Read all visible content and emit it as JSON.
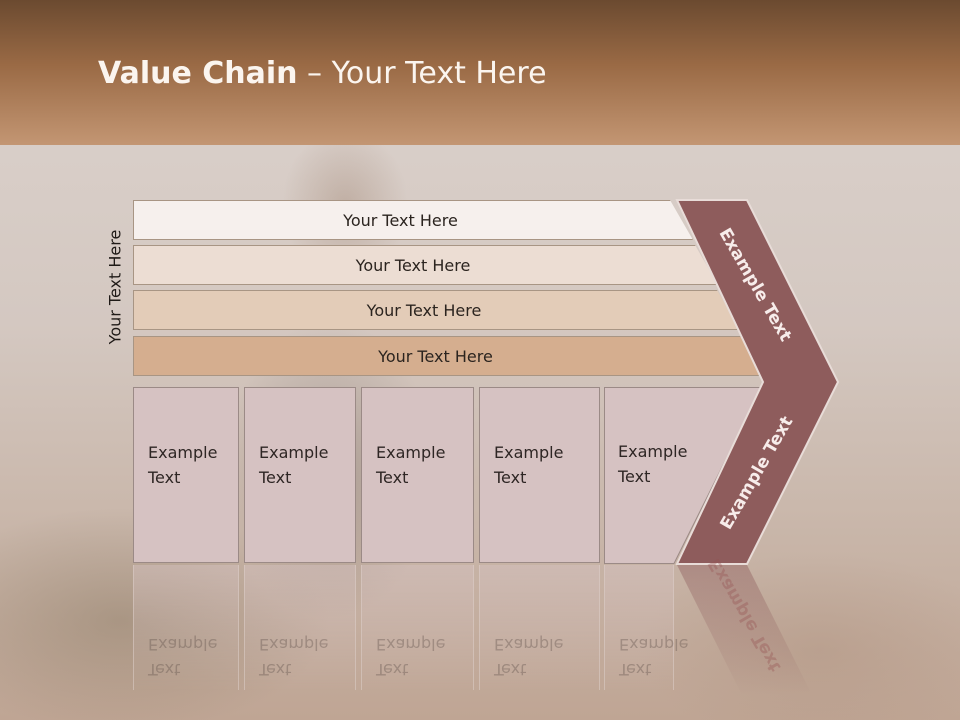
{
  "slide": {
    "title_bold": "Value Chain",
    "title_rest": " – Your Text Here",
    "side_label": "Your Text Here"
  },
  "rows": [
    {
      "label": "Your Text Here"
    },
    {
      "label": "Your Text Here"
    },
    {
      "label": "Your Text Here"
    },
    {
      "label": "Your Text Here"
    }
  ],
  "boxes": [
    {
      "line1": "Example",
      "line2": "Text"
    },
    {
      "line1": "Example",
      "line2": "Text"
    },
    {
      "line1": "Example",
      "line2": "Text"
    },
    {
      "line1": "Example",
      "line2": "Text"
    },
    {
      "line1": "Example",
      "line2": "Text"
    }
  ],
  "chevron": {
    "top_label": "Example Text",
    "bottom_label": "Example Text",
    "color": "#8e5c5c"
  },
  "colors": {
    "header_dark": "#6b4a30",
    "header_light": "#c39673",
    "title_text": "#fbf5ef",
    "box_fill": "#d6c2c2"
  }
}
